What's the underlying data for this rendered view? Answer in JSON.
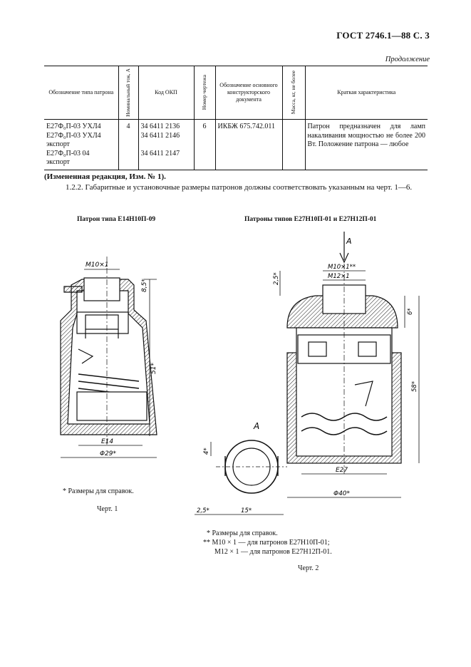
{
  "header": {
    "standard": "ГОСТ 2746.1—88 С. 3",
    "continuation": "Продолжение"
  },
  "table": {
    "columns": [
      "Обозначение типа патрона",
      "Номинальный ток, А",
      "Код ОКП",
      "Номер чертежа",
      "Обозначение основного конструкторского документа",
      "Масса, кг, не более",
      "Краткая характеристика"
    ],
    "row": {
      "types": [
        "Е27Ф₀П-03 УХЛ4",
        "Е27Ф₀П-03 УХЛ4",
        "экспорт",
        "Е27Ф₀П-03 04",
        "экспорт"
      ],
      "current": "4",
      "okp_codes": [
        "34 6411 2136",
        "34 6411 2146",
        "",
        "34 6411 2147"
      ],
      "drawing_no": "6",
      "doc": "ИКБЖ 675.742.011",
      "mass": "",
      "description": "Патрон предназначен для ламп накаливания мощностью не более 200 Вт. Положение патрона — любое"
    }
  },
  "text": {
    "amendment": "(Измененная редакция, Изм. № 1).",
    "clause": "1.2.2. Габаритные и установочные размеры патронов должны соответствовать указанным на черт. 1—6."
  },
  "figure1": {
    "caption": "Патрон типа Е14Н10П-09",
    "dims": {
      "thread": "М10×1",
      "top": "8,5*",
      "height": "51*",
      "base": "Е14",
      "diameter": "Φ29*"
    },
    "footnote": "* Размеры для справок.",
    "label": "Черт. 1"
  },
  "figure2": {
    "caption": "Патроны типов Е27Н10П-01 и Е27Н12П-01",
    "dims": {
      "arrow": "А",
      "thread1": "М10×1**",
      "thread2": "М12×1",
      "top": "2,5*",
      "six": "6*",
      "height": "58*",
      "base": "Е27",
      "diameter": "Φ40*",
      "view": "А",
      "four": "4*",
      "w1": "2,5*",
      "w2": "15*"
    },
    "footnotes": [
      "* Размеры для справок.",
      "** М10 × 1 — для патронов Е27Н10П-01;",
      "М12 × 1 — для патронов Е27Н12П-01."
    ],
    "label": "Черт. 2"
  }
}
